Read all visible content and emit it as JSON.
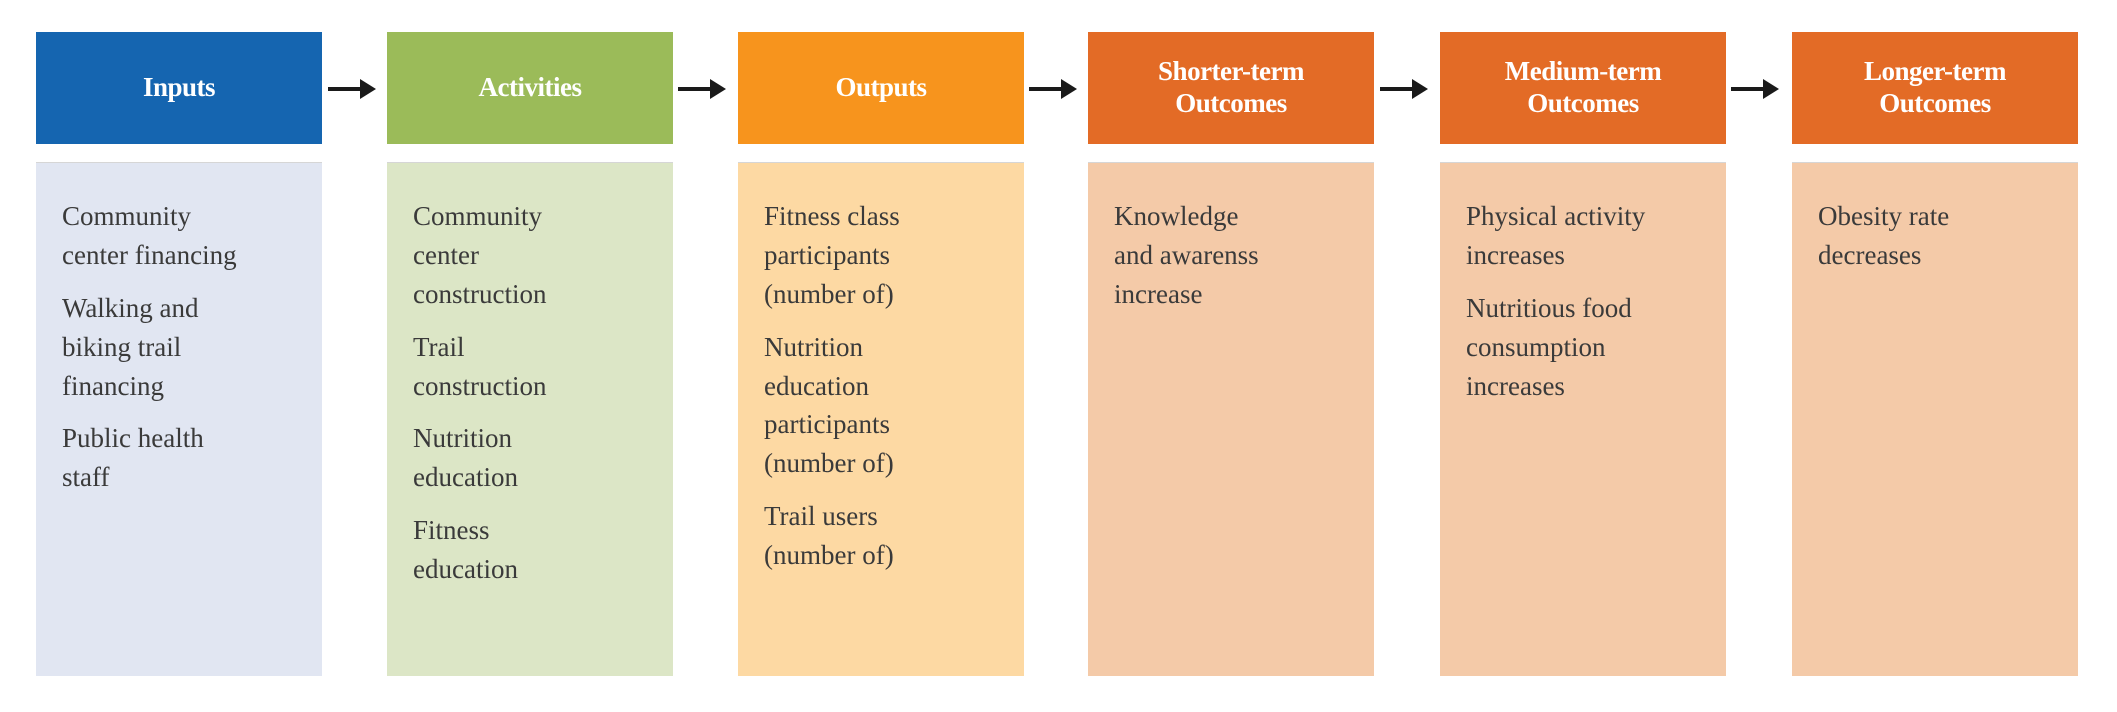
{
  "columns": [
    {
      "title": "Inputs",
      "header_color": "#1565b0",
      "body_color": "#e1e6f2",
      "items": [
        "Community\ncenter financing",
        "Walking and\nbiking trail\nfinancing",
        "Public health\nstaff"
      ]
    },
    {
      "title": "Activities",
      "header_color": "#9bbb59",
      "body_color": "#dce6c6",
      "items": [
        "Community\ncenter\nconstruction",
        "Trail\nconstruction",
        "Nutrition\neducation",
        "Fitness\neducation"
      ]
    },
    {
      "title": "Outputs",
      "header_color": "#f7941d",
      "body_color": "#fdd9a3",
      "items": [
        "Fitness class\nparticipants\n(number of)",
        "Nutrition\neducation\nparticipants\n(number of)",
        "Trail users\n(number of)"
      ]
    },
    {
      "title": "Shorter-term\nOutcomes",
      "header_color": "#e36b26",
      "body_color": "#f4caa8",
      "items": [
        "Knowledge\nand awarenss\nincrease"
      ]
    },
    {
      "title": "Medium-term\nOutcomes",
      "header_color": "#e36b26",
      "body_color": "#f4caa8",
      "items": [
        "Physical activity\nincreases",
        "Nutritious food\nconsumption\nincreases"
      ]
    },
    {
      "title": "Longer-term\nOutcomes",
      "header_color": "#e36b26",
      "body_color": "#f4caa8",
      "items": [
        "Obesity rate\ndecreases"
      ]
    }
  ],
  "arrow_color": "#1a1a1a"
}
